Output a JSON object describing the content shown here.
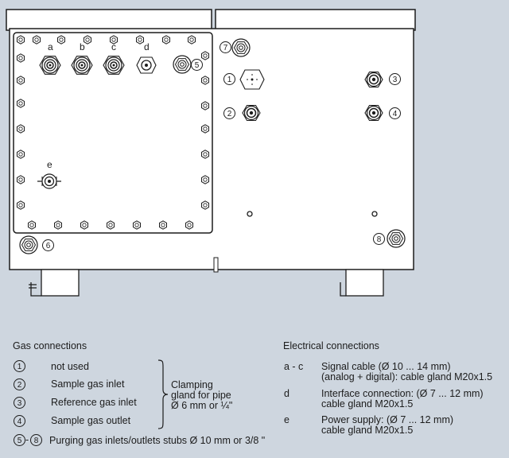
{
  "drawing": {
    "markers": [
      "1",
      "2",
      "3",
      "4",
      "5",
      "6",
      "7",
      "8"
    ],
    "letters": [
      "a",
      "b",
      "c",
      "d",
      "e"
    ]
  },
  "legend": {
    "gas": {
      "title": "Gas connections",
      "items": [
        {
          "n": "1",
          "text": "not used"
        },
        {
          "n": "2",
          "text": "Sample gas inlet"
        },
        {
          "n": "3",
          "text": "Reference gas inlet"
        },
        {
          "n": "4",
          "text": "Sample gas outlet"
        }
      ],
      "clamp": [
        "Clamping",
        "gland for pipe",
        "Ø 6 mm or ¼\""
      ],
      "purge_from": "5",
      "purge_to": "8",
      "purge_sep": "-",
      "purge_text": "Purging gas inlets/outlets stubs Ø 10 mm or 3/8 \""
    },
    "electrical": {
      "title": "Electrical connections",
      "items": [
        {
          "key": "a - c",
          "line1": "Signal cable (Ø 10 ... 14 mm)",
          "line2": "(analog + digital): cable gland M20x1.5"
        },
        {
          "key": "d",
          "line1": "Interface connection: (Ø 7 ... 12 mm)",
          "line2": "cable gland M20x1.5"
        },
        {
          "key": "e",
          "line1": "Power supply: (Ø 7 ... 12 mm)",
          "line2": "cable gland M20x1.5"
        }
      ]
    }
  }
}
